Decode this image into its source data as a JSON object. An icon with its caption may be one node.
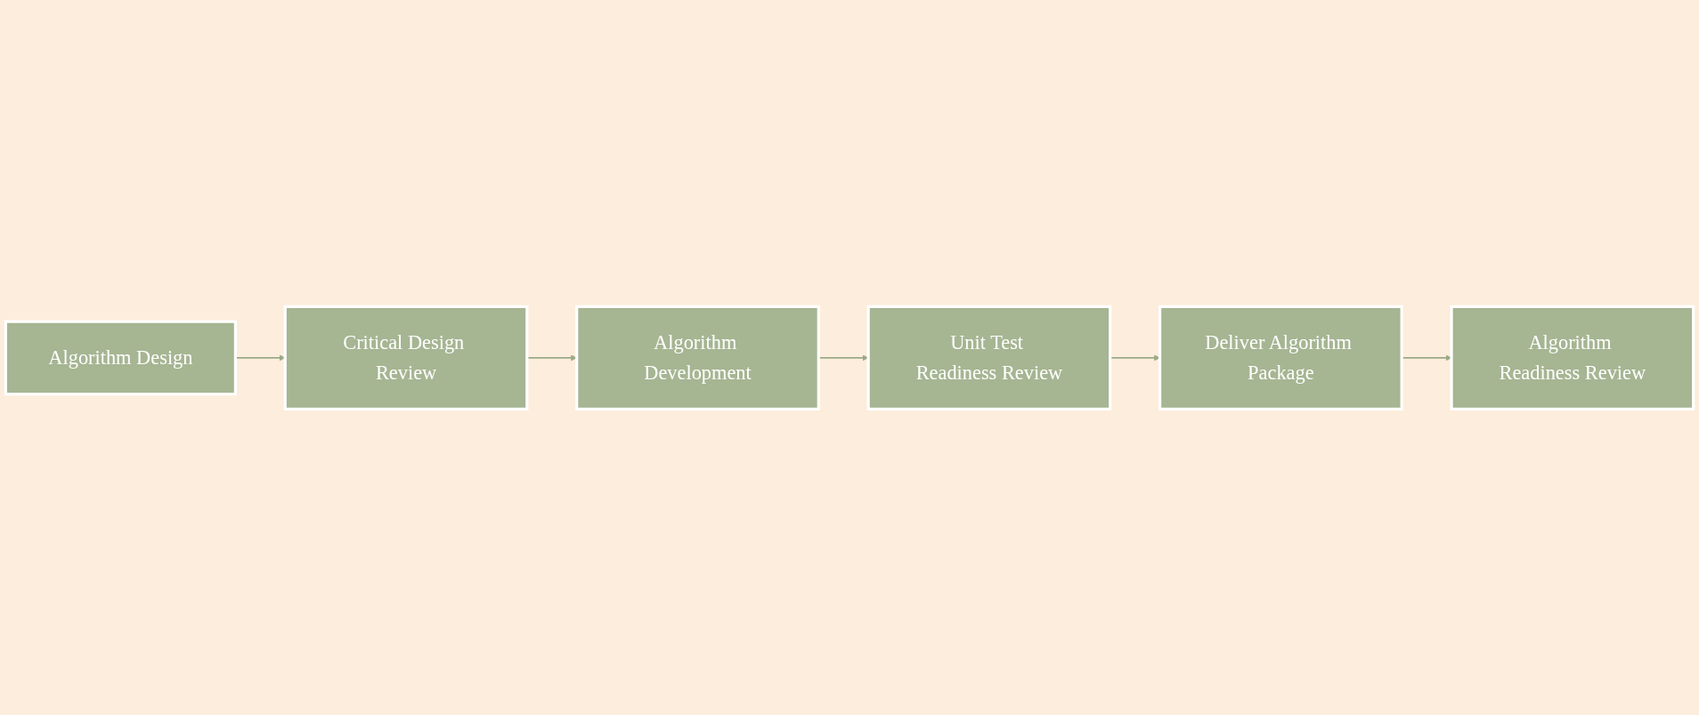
{
  "diagram": {
    "nodes": [
      {
        "text": [
          "Algorithm Design"
        ]
      },
      {
        "text": [
          "Critical Design Review"
        ]
      },
      {
        "text": [
          "Algorithm Development"
        ]
      },
      {
        "text": [
          "Unit Test Readiness Review"
        ]
      },
      {
        "text": [
          "Deliver Algorithm Package"
        ]
      },
      {
        "text": [
          "Algorithm Readiness Review"
        ]
      }
    ],
    "edges": [
      {
        "from": 0,
        "to": 1,
        "arrow": "to"
      },
      {
        "from": 1,
        "to": 2,
        "arrow": "to"
      },
      {
        "from": 2,
        "to": 3,
        "arrow": "to"
      },
      {
        "from": 3,
        "to": 4,
        "arrow": "to"
      },
      {
        "from": 4,
        "to": 5,
        "arrow": "to"
      }
    ]
  }
}
